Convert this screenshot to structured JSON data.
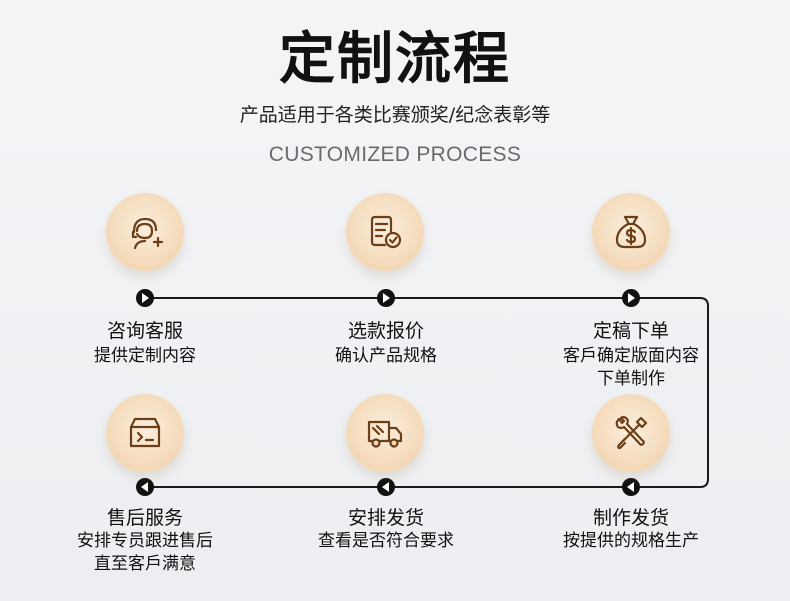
{
  "header": {
    "title": "定制流程",
    "subtitle": "产品适用于各类比赛颁奖/纪念表彰等",
    "english": "CUSTOMIZED PROCESS"
  },
  "colors": {
    "icon_stroke": "#6b3f17",
    "icon_bg": "#f3d8b6",
    "line": "#1a1a1a"
  },
  "steps": [
    {
      "icon": "customer-service-icon",
      "title": "咨询客服",
      "desc_lines": [
        "提供定制内容"
      ]
    },
    {
      "icon": "quote-document-icon",
      "title": "选款报价",
      "desc_lines": [
        "确认产品规格"
      ]
    },
    {
      "icon": "money-bag-icon",
      "title": "定稿下单",
      "desc_lines": [
        "客戶确定版面内容",
        "下单制作"
      ]
    },
    {
      "icon": "tools-icon",
      "title": "制作发货",
      "desc_lines": [
        "按提供的规格生产"
      ]
    },
    {
      "icon": "delivery-truck-icon",
      "title": "安排发货",
      "desc_lines": [
        "查看是否符合要求"
      ]
    },
    {
      "icon": "package-box-icon",
      "title": "售后服务",
      "desc_lines": [
        "安排专员跟进售后",
        "直至客戶满意"
      ]
    }
  ]
}
